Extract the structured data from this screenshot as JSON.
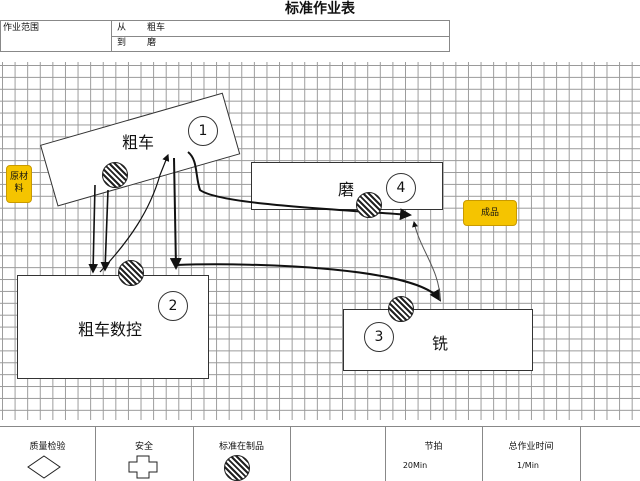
{
  "title": "标准作业表",
  "header": {
    "scope_label": "作业范围",
    "from_label": "从",
    "from_value": "粗车",
    "to_label": "到",
    "to_value": "磨"
  },
  "stations": {
    "rough_turning": {
      "label": "粗车",
      "number": "1"
    },
    "cnc_rough_turning": {
      "label": "粗车数控",
      "number": "2"
    },
    "milling": {
      "label": "铣",
      "number": "3"
    },
    "grinding": {
      "label": "磨",
      "number": "4"
    }
  },
  "tags": {
    "raw_material": "原材料",
    "finished_product": "成品"
  },
  "footer": {
    "quality_check": "质量检验",
    "safety": "安全",
    "wip": "标准在制品",
    "takt_label": "节拍",
    "takt_value": "20Min",
    "total_time_label": "总作业时间",
    "total_time_value": "1/Min"
  },
  "colors": {
    "tag_fill": "#f5c400",
    "grid": "#9a9a9a"
  }
}
